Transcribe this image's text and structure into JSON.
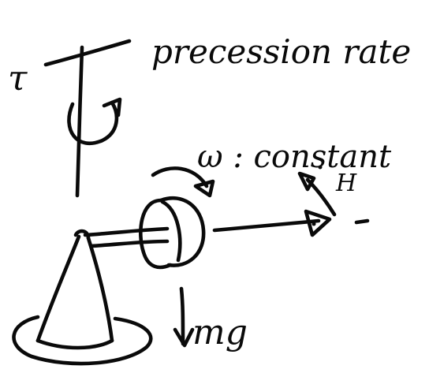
{
  "labels": {
    "precession": "precession rate",
    "tau": "τ",
    "omega": "ω : constant",
    "h": "H",
    "mg": "mg"
  },
  "colors": {
    "ink": "#0a0a0a",
    "paper": "#ffffff"
  }
}
